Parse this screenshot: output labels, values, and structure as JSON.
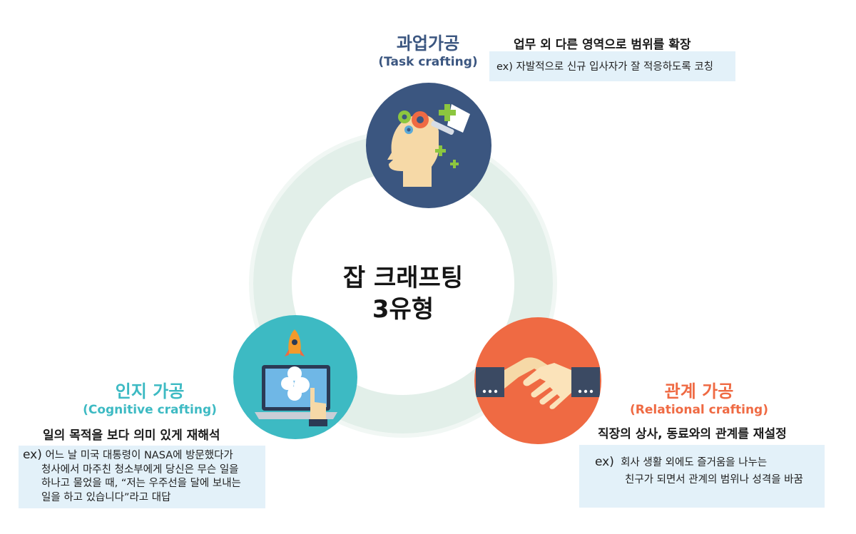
{
  "center": {
    "line1": "잡 크래프팅",
    "line2": "3유형"
  },
  "task": {
    "title": "과업가공",
    "subtitle": "(Task crafting)",
    "heading": "업무 외 다른 영역으로 범위를 확장",
    "example": "ex) 자발적으로 신규 입사자가 잘 적응하도록 코칭",
    "color": "#3b5680"
  },
  "cognitive": {
    "title": "인지 가공",
    "subtitle": "(Cognitive crafting)",
    "heading": "일의 목적을 보다 의미 있게 재해석",
    "example_label": "ex)",
    "example_lines": [
      "어느 날 미국 대통령이 NASA에 방문했다가",
      "청사에서 마주친 청소부에게 당신은 무슨 일을",
      "하나고 물었을 때, “저는 우주선을 달에 보내는",
      "일을 하고 있습니다”라고 대답"
    ],
    "color": "#3dbac3"
  },
  "relational": {
    "title": "관계 가공",
    "subtitle": "(Relational crafting)",
    "heading": "직장의 상사, 동료와의 관계를 재설정",
    "example_label": "ex)",
    "example_lines": [
      "회사 생활 외에도 즐거움을 나누는",
      "친구가 되면서 관계의 범위나 성격을 바꿈"
    ],
    "color": "#ef6a43"
  },
  "icons": {
    "task": "head-with-gears-icon",
    "cognitive": "laptop-rocket-icon",
    "relational": "handshake-icon"
  }
}
